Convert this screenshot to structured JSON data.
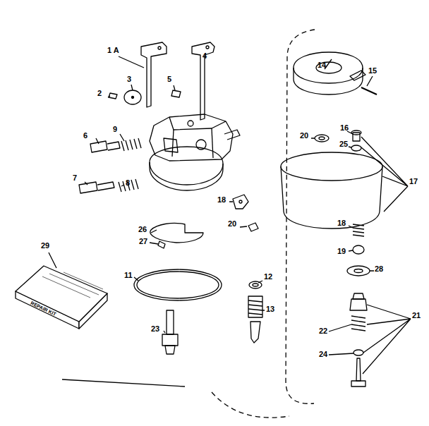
{
  "diagram": {
    "nodes": [
      {
        "text": [
          "REPAIR KIT"
        ]
      }
    ],
    "labels": [
      "1 A",
      "4",
      "2",
      "3",
      "5",
      "6",
      "9",
      "7",
      "8",
      "18",
      "20",
      "26",
      "27",
      "29",
      "11",
      "12",
      "13",
      "23",
      "14",
      "15",
      "16",
      "20",
      "25",
      "17",
      "18",
      "19",
      "28",
      "22",
      "21",
      "24"
    ]
  }
}
